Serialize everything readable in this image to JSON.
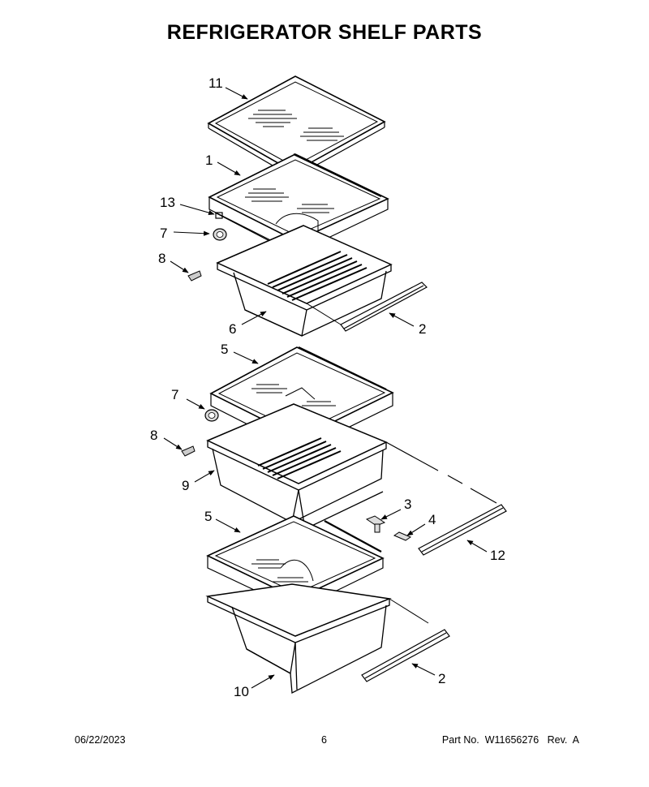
{
  "header": {
    "title": "REFRIGERATOR SHELF PARTS"
  },
  "callouts": [
    {
      "id": "c11a",
      "label": "11"
    },
    {
      "id": "c1",
      "label": "1"
    },
    {
      "id": "c13",
      "label": "13"
    },
    {
      "id": "c7a",
      "label": "7"
    },
    {
      "id": "c8a",
      "label": "8"
    },
    {
      "id": "c6",
      "label": "6"
    },
    {
      "id": "c2a",
      "label": "2"
    },
    {
      "id": "c5a",
      "label": "5"
    },
    {
      "id": "c7b",
      "label": "7"
    },
    {
      "id": "c8b",
      "label": "8"
    },
    {
      "id": "c9",
      "label": "9"
    },
    {
      "id": "c3",
      "label": "3"
    },
    {
      "id": "c4",
      "label": "4"
    },
    {
      "id": "c5b",
      "label": "5"
    },
    {
      "id": "c12",
      "label": "12"
    },
    {
      "id": "c10",
      "label": "10"
    },
    {
      "id": "c2b",
      "label": "2"
    }
  ],
  "footer": {
    "date": "06/22/2023",
    "page": "6",
    "part_number": "Part No.  W11656276   Rev.  A"
  }
}
